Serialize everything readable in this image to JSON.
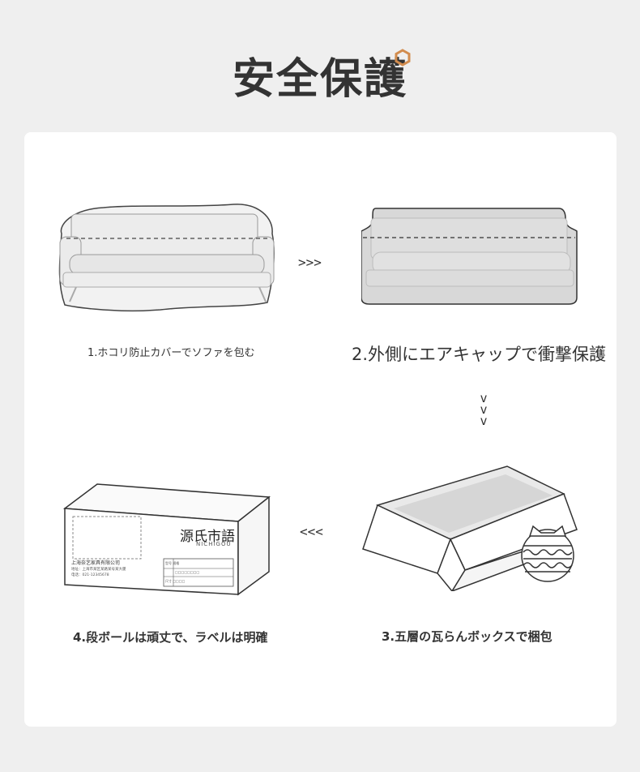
{
  "header": {
    "title": "安全保護"
  },
  "steps": [
    {
      "caption": "1.ホコリ防止カバーでソファを包む"
    },
    {
      "caption": "2.外側にエアキャップで衝撃保護"
    },
    {
      "caption": "3.五層の瓦らんボックスで梱包"
    },
    {
      "caption": "4.段ボールは頑丈で、ラベルは明確"
    }
  ],
  "arrows": {
    "right": ">>>",
    "down": [
      "v",
      "v",
      "v"
    ],
    "left": "<<<"
  },
  "box_label": {
    "brand": "源氏市語",
    "brand_sub": "NICHIGOU",
    "company": "上海奈艺家具有限公司",
    "address": "地址：上海市某区某路某号某大厦",
    "phone": "电话：021-12345678",
    "table_rows": [
      "型号 规格",
      "□□□□□□□□",
      "尺寸 □□□□"
    ]
  },
  "colors": {
    "background": "#efefef",
    "card": "#ffffff",
    "accent": "#d28c4e",
    "text": "#333333"
  }
}
